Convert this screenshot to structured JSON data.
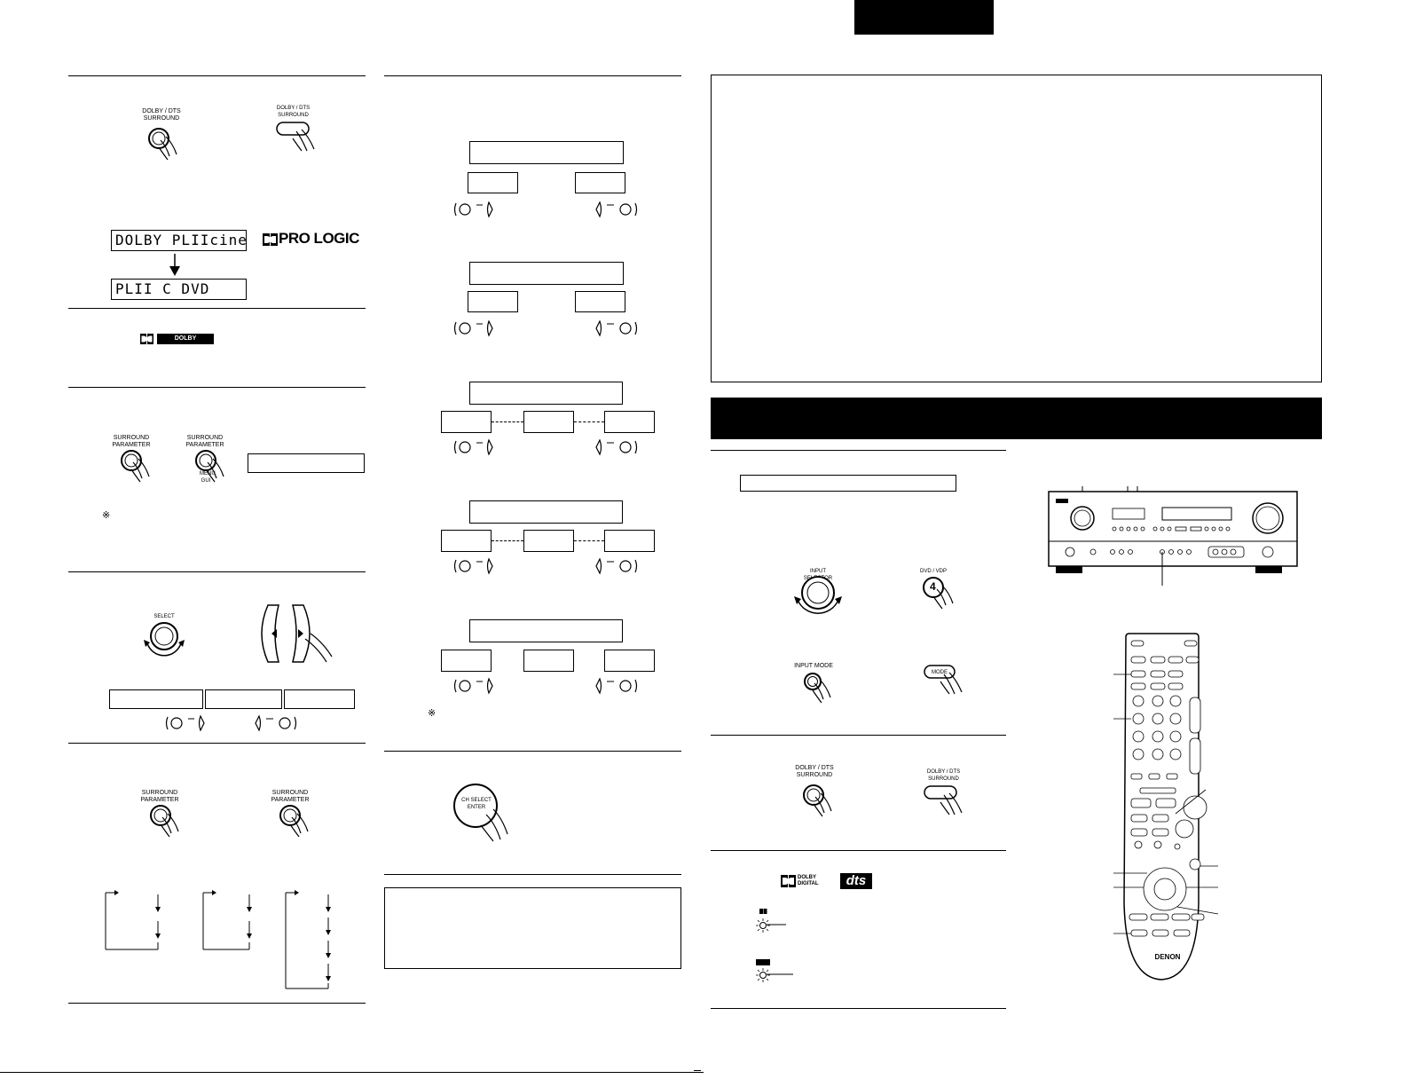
{
  "header": {
    "black_tab": ""
  },
  "col1": {
    "dolby_dts_label": "DOLBY / DTS SURROUND",
    "lcd_line1": "DOLBY PLIIcinema",
    "lcd_line2": "PLII C DVD",
    "pro_logic_logo": "PRO LOGIC",
    "dolby_surround_logo": "DOLBY SURROUND",
    "surround_parameter_label": "SURROUND PARAMETER",
    "menu_gui_label": "MENU GUI",
    "note_mark": "※",
    "select_label": "SELECT"
  },
  "col2": {
    "note_mark": "※",
    "ch_select_label": "CH SELECT ENTER"
  },
  "col3": {
    "input_selector_label": "INPUT SELECTOR",
    "dvd_vdp_label": "DVD / VDP",
    "dvd_vdp_number": "4",
    "input_mode_label": "INPUT MODE",
    "mode_label": "MODE",
    "dolby_dts_label": "DOLBY / DTS SURROUND",
    "dolby_digital_logo": "DOLBY DIGITAL",
    "dts_logo": "dts",
    "remote_brand": "DENON"
  }
}
